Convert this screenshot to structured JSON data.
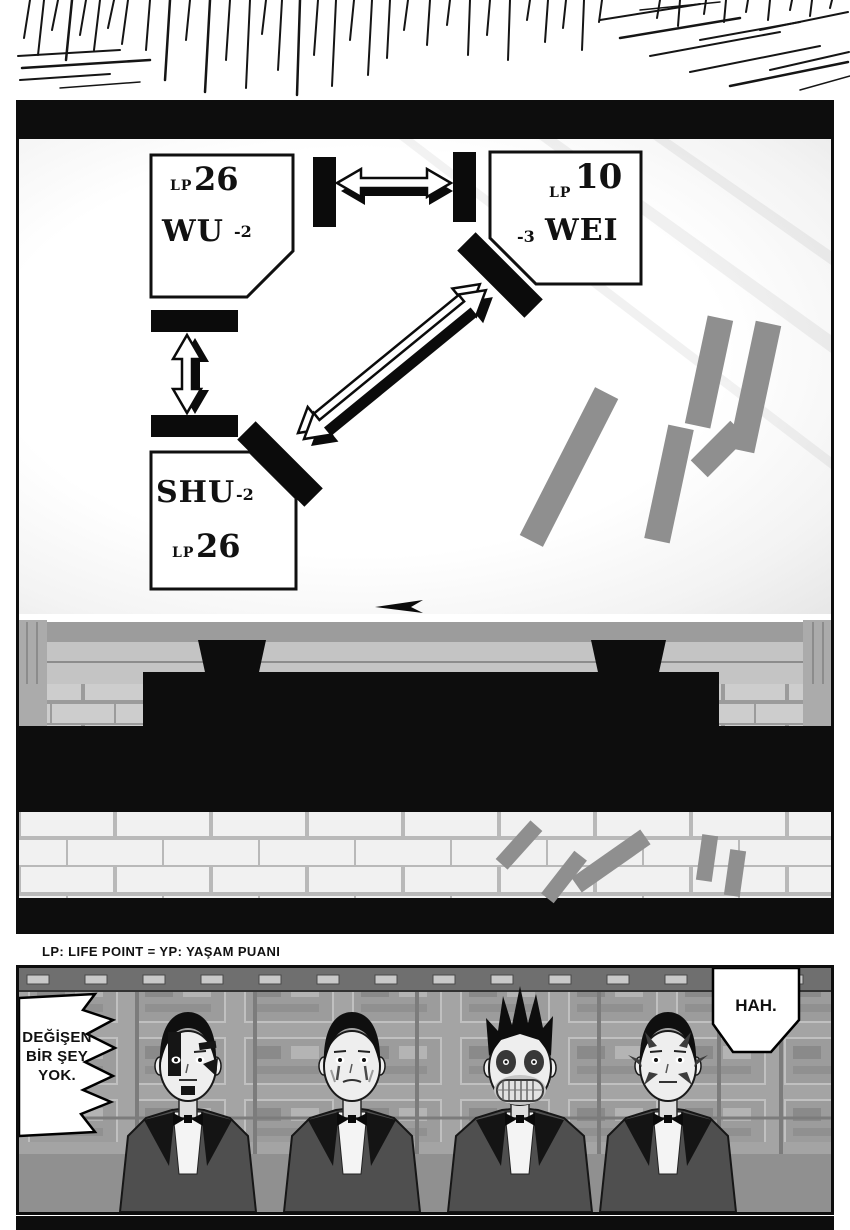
{
  "scoreboard": {
    "players": [
      {
        "name": "WU",
        "lp_label": "LP",
        "lp": "26",
        "delta": "-2"
      },
      {
        "name": "WEI",
        "lp_label": "LP",
        "lp": "10",
        "delta": "-3"
      },
      {
        "name": "SHU",
        "lp_label": "LP",
        "lp": "26",
        "delta": "-2"
      }
    ]
  },
  "caption": {
    "text": "LP: LIFE POINT = YP: YAŞAM PUANI"
  },
  "dialogue": {
    "left_bubble_lines": [
      "DEĞİŞEN",
      "BİR ŞEY",
      "YOK."
    ],
    "right_bubble": "HAH."
  },
  "colors": {
    "ink": "#111111",
    "screen_white": "#ffffff",
    "confetti_gray": "#8f8f8f",
    "wall_gray": "#a4a4a4"
  }
}
